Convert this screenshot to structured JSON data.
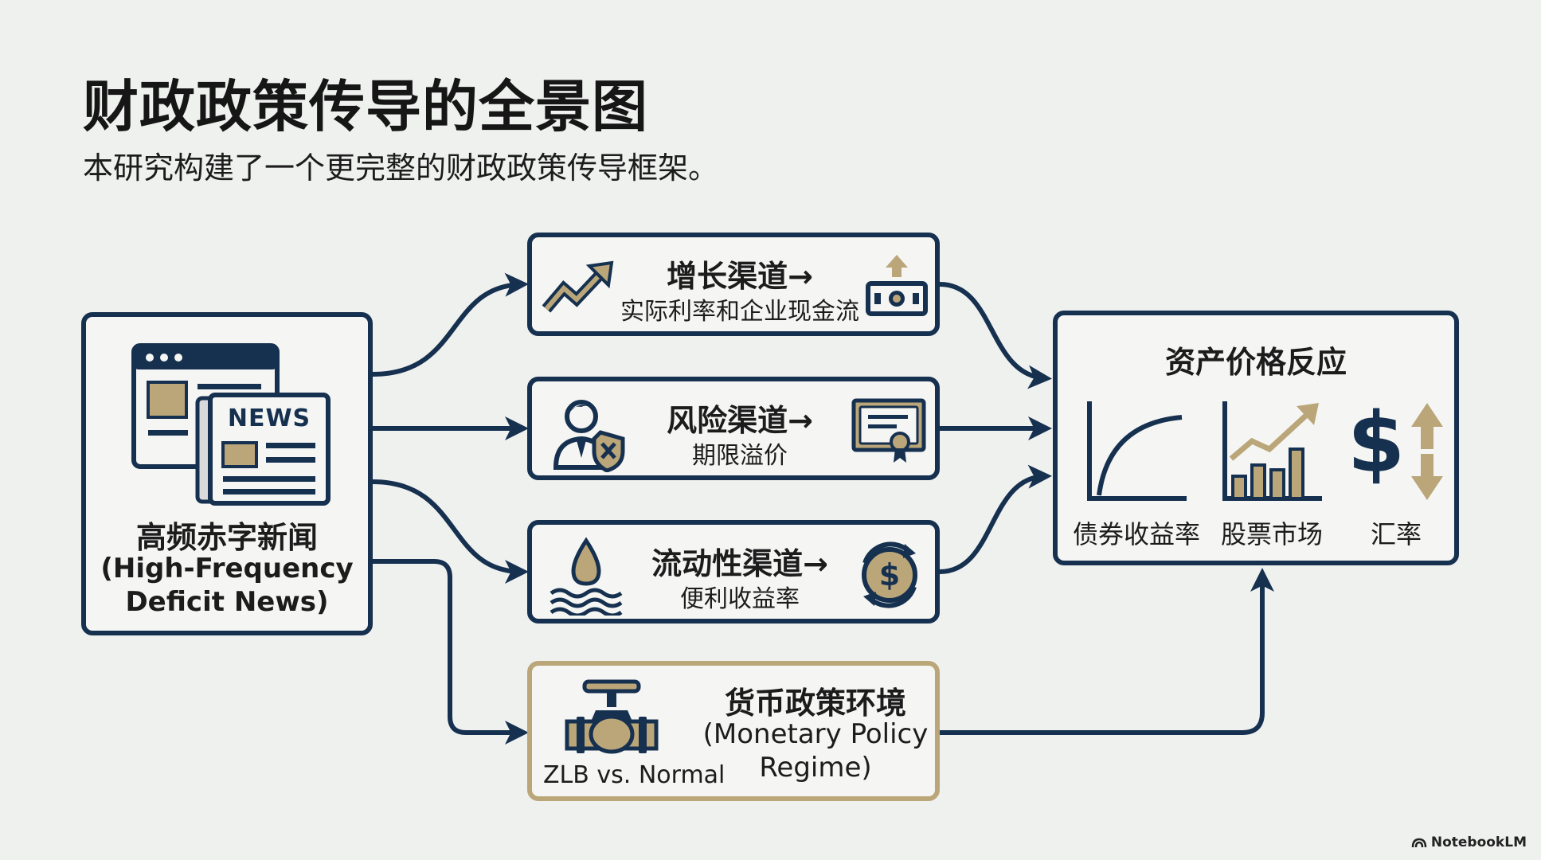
{
  "header": {
    "title": "财政政策传导的全景图",
    "subtitle": "本研究构建了一个更完整的财政政策传导框架。"
  },
  "source": {
    "news_tag": "NEWS",
    "label_zh": "高频赤字新闻",
    "label_en_1": "(High-Frequency",
    "label_en_2": "Deficit News)"
  },
  "channels": [
    {
      "title": "增长渠道→",
      "subtitle": "实际利率和企业现金流"
    },
    {
      "title": "风险渠道→",
      "subtitle": "期限溢价"
    },
    {
      "title": "流动性渠道→",
      "subtitle": "便利收益率"
    }
  ],
  "monetary": {
    "title": "货币政策环境",
    "en_1": "(Monetary Policy",
    "en_2": "Regime)",
    "valve_label": "ZLB vs. Normal"
  },
  "assets": {
    "title": "资产价格反应",
    "items": [
      {
        "label": "债券收益率",
        "icon": "yield-curve-icon"
      },
      {
        "label": "股票市场",
        "icon": "stock-bar-chart-icon"
      },
      {
        "label": "汇率",
        "icon": "dollar-exchange-icon"
      }
    ]
  },
  "branding": {
    "name": "NotebookLM"
  },
  "colors": {
    "navy": "#16304f",
    "gold": "#bba67a",
    "background": "#eff1ef"
  }
}
